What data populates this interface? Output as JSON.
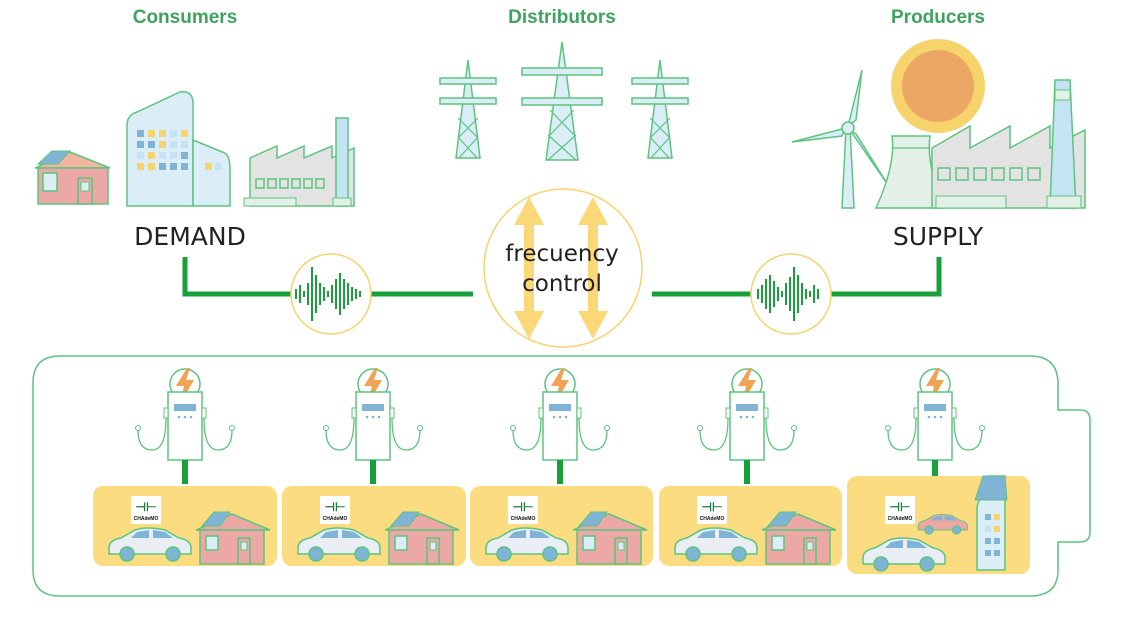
{
  "headers": {
    "consumers": "Consumers",
    "distributors": "Distributors",
    "producers": "Producers"
  },
  "labels": {
    "demand": "DEMAND",
    "supply": "SUPPLY",
    "frequency_line1": "frecuency",
    "frequency_line2": "control"
  },
  "icons": {
    "consumers": [
      "house-with-solar-icon",
      "office-building-icon",
      "factory-icon"
    ],
    "distributors": [
      "power-tower-icon",
      "power-tower-icon",
      "power-tower-icon"
    ],
    "producers": [
      "wind-turbine-icon",
      "sun-icon",
      "cooling-tower-icon",
      "factory-icon"
    ],
    "signal": "sound-wave-icon",
    "frequency": "double-arrow-icon",
    "charger": "ev-charger-icon",
    "bolt": "lightning-bolt-icon"
  },
  "stations": [
    {
      "connector": "CHAdeMO",
      "scene": "car-and-house"
    },
    {
      "connector": "CHAdeMO",
      "scene": "car-and-house"
    },
    {
      "connector": "CHAdeMO",
      "scene": "car-and-house"
    },
    {
      "connector": "CHAdeMO",
      "scene": "car-and-house"
    },
    {
      "connector": "CHAdeMO",
      "scene": "cars-and-building"
    }
  ],
  "colors": {
    "green_title": "#3fa35f",
    "line_green": "#18a03a",
    "outline_green": "#5cc47f",
    "yellow": "#fbdc80",
    "yellow_circle": "#f7d36b",
    "orange": "#f0a255",
    "light_blue": "#dbeef8",
    "pink": "#eca8a4"
  }
}
